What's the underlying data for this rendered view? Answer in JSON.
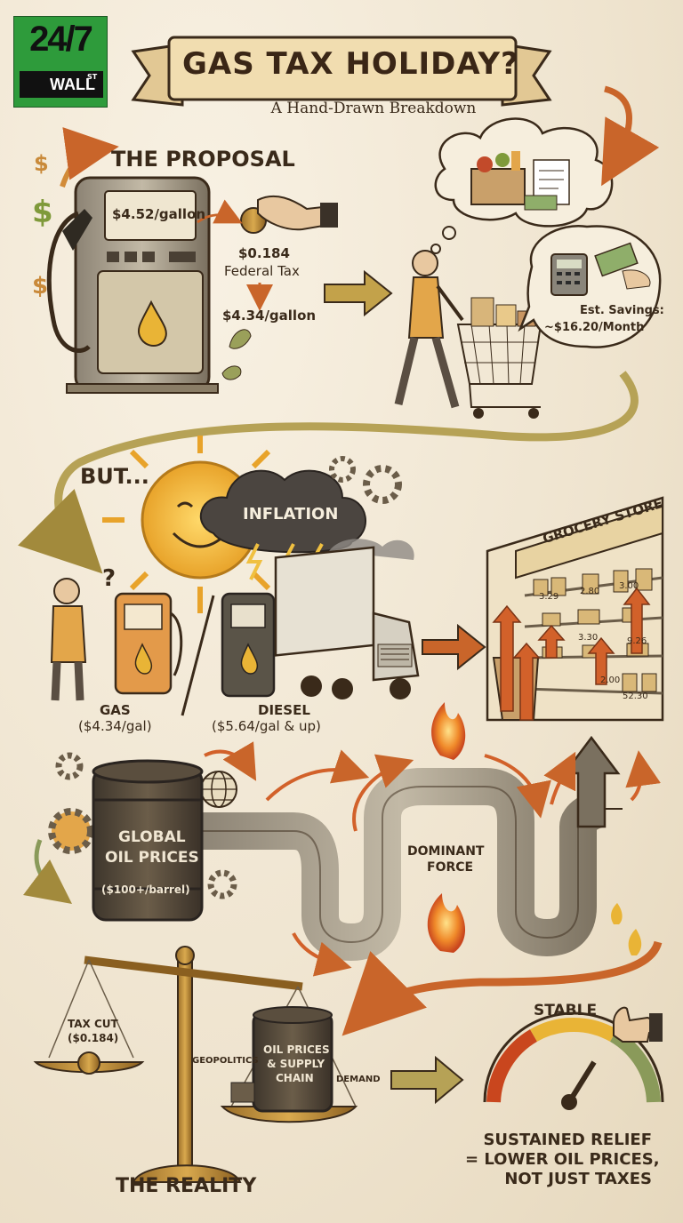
{
  "logo": {
    "number": "24/7",
    "name": "WALL",
    "suffix": "ST"
  },
  "header": {
    "title": "GAS TAX HOLIDAY?",
    "subtitle": "A Hand-Drawn Breakdown"
  },
  "proposal": {
    "heading": "THE PROPOSAL",
    "pump_price": "$4.52/gallon",
    "tax_amount": "$0.184",
    "tax_label": "Federal Tax",
    "new_price": "$4.34/gallon",
    "savings_line1": "Est. Savings:",
    "savings_line2": "~$16.20/Month"
  },
  "but_section": {
    "heading": "BUT...",
    "cloud_label": "INFLATION",
    "question_mark": "?",
    "gas_label": "GAS",
    "gas_price": "($4.34/gal)",
    "diesel_label": "DIESEL",
    "diesel_price": "($5.64/gal & up)",
    "store_sign": "GROCERY STORE",
    "shelf_tags": [
      "3.29",
      "2.80",
      "3.00",
      "3.30",
      "9.26",
      "2.00",
      "52.30"
    ]
  },
  "oil_section": {
    "barrel_line1": "GLOBAL",
    "barrel_line2": "OIL PRICES",
    "barrel_price": "($100+/barrel)",
    "force_line1": "DOMINANT",
    "force_line2": "FORCE"
  },
  "reality": {
    "tax_cut_line1": "TAX CUT",
    "tax_cut_line2": "($0.184)",
    "barrel_line1": "OIL PRICES",
    "barrel_line2": "& SUPPLY",
    "barrel_line3": "CHAIN",
    "geopolitics": "GEOPOLITICS",
    "demand": "DEMAND",
    "heading": "THE REALITY",
    "stable": "STABLE",
    "conclusion_line1": "SUSTAINED RELIEF",
    "conclusion_line2": "= LOWER OIL PRICES,",
    "conclusion_line3": "NOT JUST TAXES"
  },
  "colors": {
    "ink": "#3a2a1a",
    "accent_orange": "#c9652a",
    "olive": "#a28a3c",
    "paper": "#f3ead9"
  }
}
